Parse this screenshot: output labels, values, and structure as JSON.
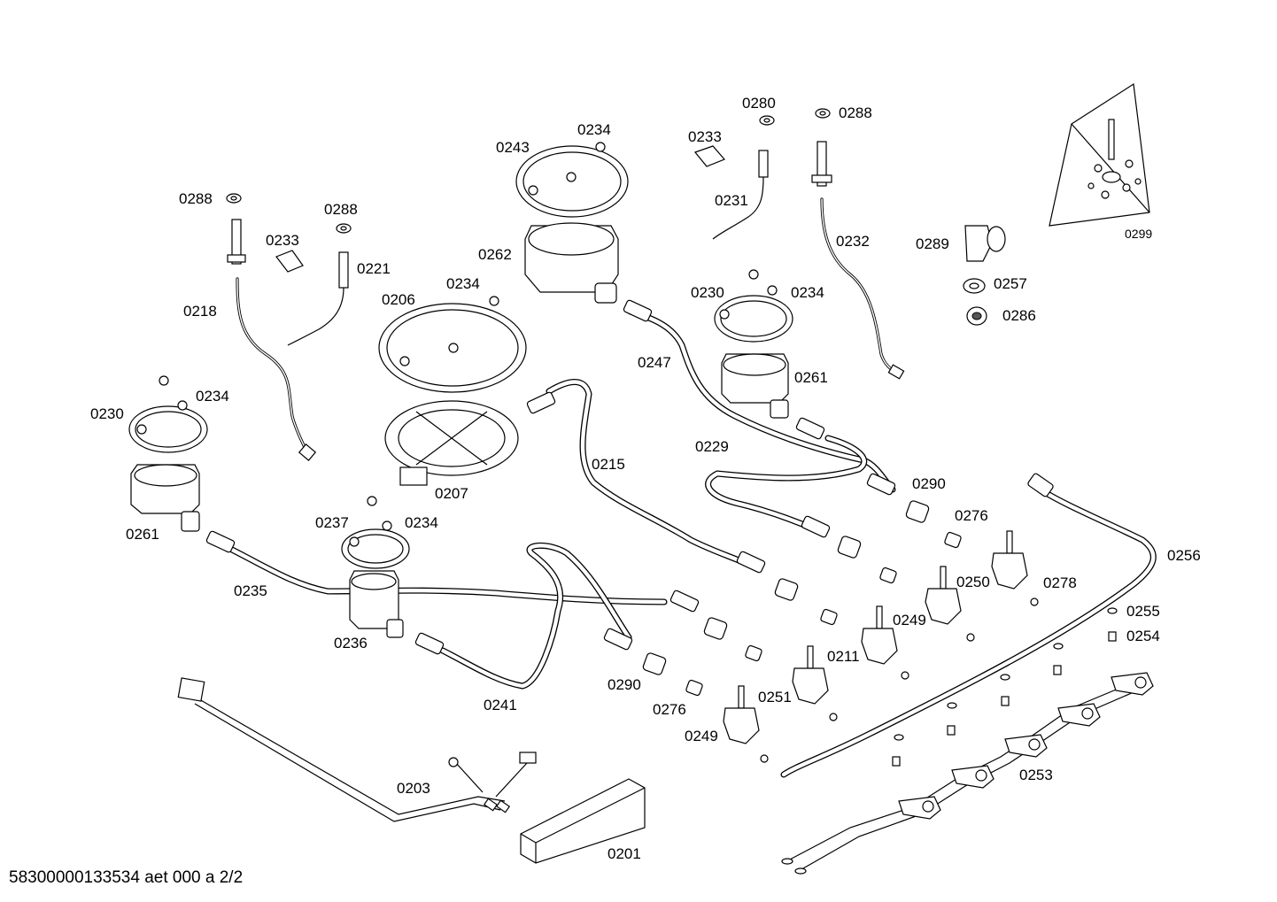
{
  "diagram": {
    "footer_code": "58300000133534 aet 000 a 2/2",
    "labels": {
      "l0280": "0280",
      "l0288_tr": "0288",
      "l0234_top": "0234",
      "l0233_top": "0233",
      "l0243": "0243",
      "l0288_l": "0288",
      "l0288_m": "0288",
      "l0233_l": "0233",
      "l0231": "0231",
      "l0232": "0232",
      "l0221": "0221",
      "l0262": "0262",
      "l0289": "0289",
      "l0299": "0299",
      "l0206": "0206",
      "l0234_m": "0234",
      "l0218": "0218",
      "l0230_r": "0230",
      "l0234_r": "0234",
      "l0257": "0257",
      "l0286": "0286",
      "l0247": "0247",
      "l0261_r": "0261",
      "l0234_l": "0234",
      "l0230_l": "0230",
      "l0215": "0215",
      "l0229": "0229",
      "l0207": "0207",
      "l0290_r": "0290",
      "l0237": "0237",
      "l0234_b": "0234",
      "l0276_r": "0276",
      "l0261_l": "0261",
      "l0256": "0256",
      "l0235": "0235",
      "l0250": "0250",
      "l0278": "0278",
      "l0255": "0255",
      "l0249_r": "0249",
      "l0254": "0254",
      "l0236": "0236",
      "l0211": "0211",
      "l0290_l": "0290",
      "l0251": "0251",
      "l0276_l": "0276",
      "l0241": "0241",
      "l0249_l": "0249",
      "l0253": "0253",
      "l0203": "0203",
      "l0201": "0201"
    }
  }
}
